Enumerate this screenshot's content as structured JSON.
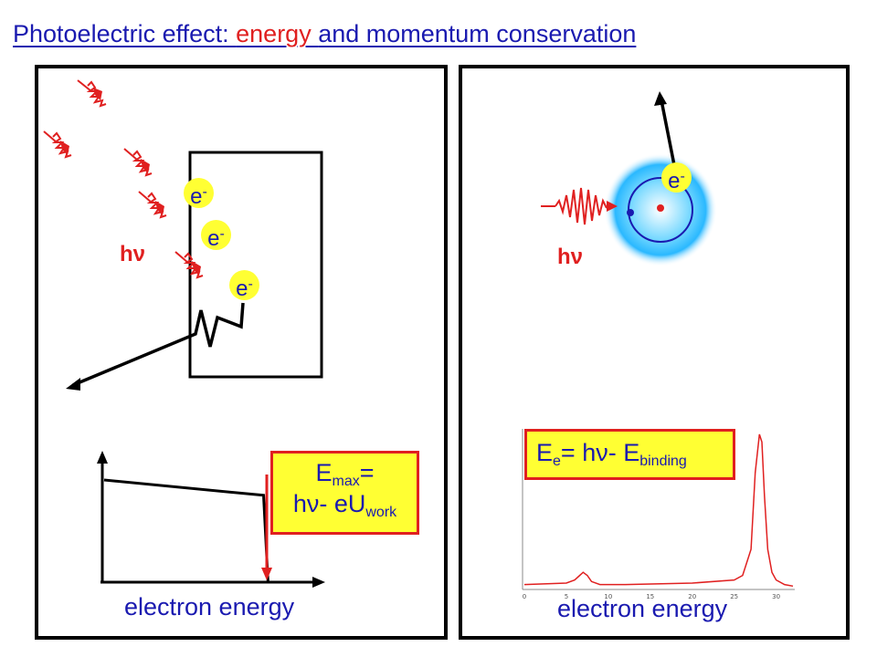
{
  "title": {
    "part1": "Photoelectric effect: ",
    "part2": "energy ",
    "part3": "and momentum conservation",
    "color_main": "#1a1ab0",
    "color_highlight": "#e02020"
  },
  "left_panel": {
    "photon_label": "hν",
    "electron_label": "e",
    "electron_charge": "-",
    "equation": {
      "line1_main": "E",
      "line1_sub": "max",
      "line1_end": "=",
      "line2_main": "hν- eU",
      "line2_sub": "work"
    },
    "xlabel": "electron energy"
  },
  "right_panel": {
    "photon_label": "hν",
    "electron_label": "e",
    "electron_charge": "-",
    "equation": {
      "p1": "E",
      "p1_sub": "e",
      "p2": "= hν- E",
      "p2_sub": "binding"
    },
    "xlabel": "electron energy"
  },
  "chart_data": [
    {
      "type": "line",
      "title": "",
      "xlabel": "electron energy",
      "ylabel": "",
      "grid": false,
      "x": [
        0,
        0.72,
        0.74
      ],
      "y": [
        0.8,
        0.68,
        0.0
      ],
      "note_values": "sketch: counts fall slowly with energy, then drop sharply at E_max"
    },
    {
      "type": "line",
      "title": "",
      "xlabel": "electron energy",
      "ylabel": "",
      "grid": false,
      "x_ticks": [
        "0",
        "5",
        "10",
        "15",
        "20",
        "25",
        "30"
      ],
      "xlim": [
        0,
        32
      ],
      "x": [
        0,
        5,
        6,
        7,
        7.5,
        8,
        9,
        12,
        20,
        25,
        26,
        27,
        27.5,
        28,
        28.3,
        28.6,
        29,
        29.5,
        30,
        31,
        32
      ],
      "y": [
        0.02,
        0.03,
        0.05,
        0.1,
        0.08,
        0.04,
        0.02,
        0.02,
        0.03,
        0.05,
        0.08,
        0.25,
        0.75,
        1.0,
        0.95,
        0.6,
        0.25,
        0.1,
        0.05,
        0.02,
        0.01
      ]
    }
  ],
  "colors": {
    "red": "#e02020",
    "blue": "#1a1ab0",
    "yellow": "#ffff33",
    "black": "#000000"
  }
}
